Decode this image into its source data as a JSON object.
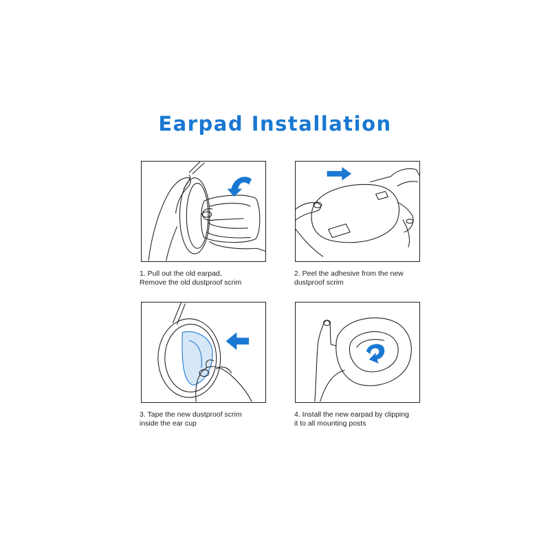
{
  "title": "Earpad Installation",
  "accent_color": "#1a78d2",
  "line_color": "#222222",
  "steps": [
    {
      "line1": "1. Pull out the old earpad,",
      "line2": "Remove the old dustproof scrim",
      "illustration": "hand-pulling-earpad",
      "arrow": "curved-arrow-icon"
    },
    {
      "line1": "2. Peel the adhesive from the new",
      "line2": "dustproof scrim",
      "illustration": "hands-peeling-adhesive",
      "arrow": "right-arrow-icon"
    },
    {
      "line1": "3. Tape the new dustproof scrim",
      "line2": "inside the ear cup",
      "illustration": "hand-taping-scrim",
      "arrow": "left-arrow-icon"
    },
    {
      "line1": "4. Install the new earpad by clipping",
      "line2": "it to all mounting posts",
      "illustration": "hand-holding-earpad",
      "arrow": "rotate-arrow-icon"
    }
  ]
}
